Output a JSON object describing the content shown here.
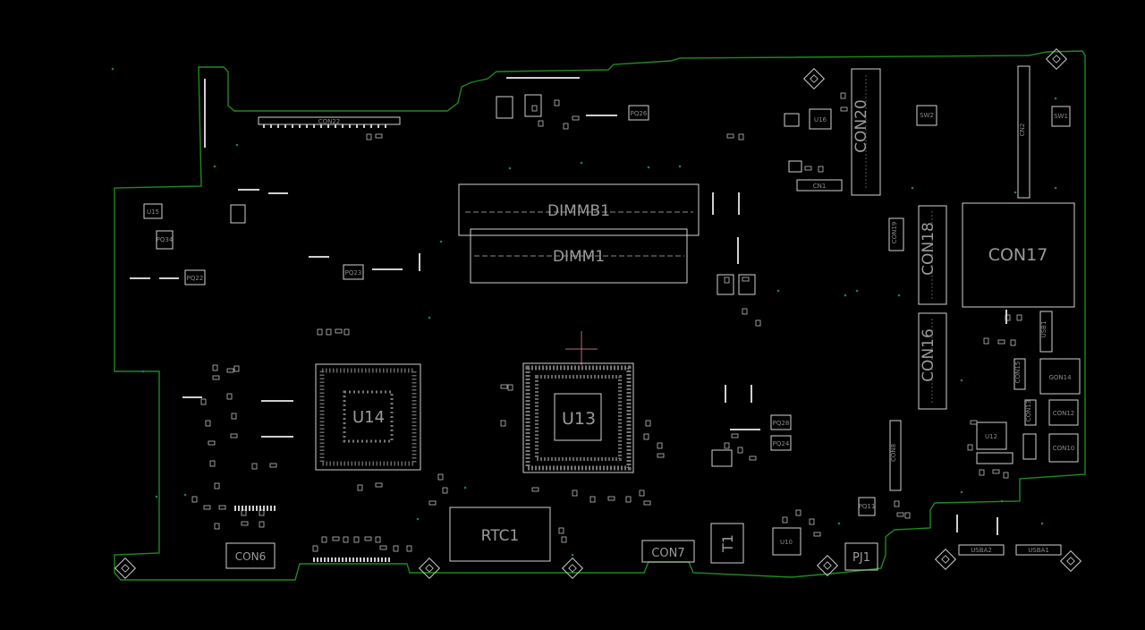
{
  "colors": {
    "background": "#000000",
    "board_outline": "#1e8a1e",
    "silkscreen": "#cfcfcf",
    "label": "#9a9a9a",
    "crosshair": "#b06a78",
    "via": "#1a6e6e"
  },
  "labels": {
    "dimmb1": "DIMMB1",
    "dimm1": "DIMM1",
    "u13": "U13",
    "u14": "U14",
    "rtc1": "RTC1",
    "con6": "CON6",
    "con7": "CON7",
    "con17": "CON17",
    "con18": "CON18",
    "con16": "CON16",
    "con20": "CON20",
    "cn2": "CN2",
    "cn1": "CN1",
    "con22": "CON22",
    "con8": "CON8",
    "t1": "T1",
    "u10": "U10",
    "pj1": "PJ1",
    "u12": "U12",
    "u16": "U16",
    "u15": "U15",
    "gon14": "GON14",
    "con12": "CON12",
    "con10": "CON10",
    "con15": "CON15",
    "con13": "CON13",
    "con19": "CON19",
    "usb1": "USB1",
    "usba1": "USBA1",
    "usba2": "USBA2",
    "sw1": "SW1",
    "sw2": "SW2",
    "pq22": "PQ22",
    "pq23": "PQ23",
    "pq24": "PQ24",
    "pq26": "PQ26",
    "pq28": "PQ28",
    "pq34": "PQ34",
    "pj1a": "PQ11"
  }
}
